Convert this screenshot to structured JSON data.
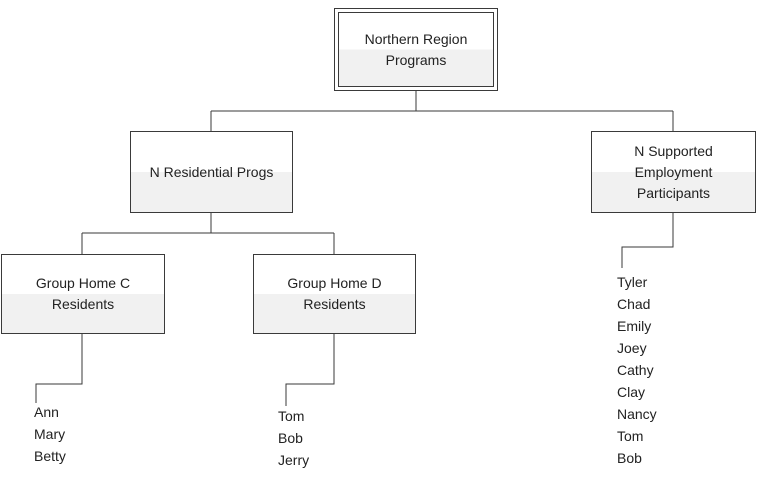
{
  "diagram": {
    "root": {
      "label": "Northern Region\nPrograms"
    },
    "residential": {
      "label": "N Residential Progs"
    },
    "employment": {
      "label": "N Supported\nEmployment\nParticipants"
    },
    "group_home_c": {
      "label": "Group Home C\nResidents"
    },
    "group_home_d": {
      "label": "Group Home D\nResidents"
    },
    "group_home_c_residents": [
      "Ann",
      "Mary",
      "Betty"
    ],
    "group_home_d_residents": [
      "Tom",
      "Bob",
      "Jerry"
    ],
    "employment_participants": [
      "Tyler",
      "Chad",
      "Emily",
      "Joey",
      "Cathy",
      "Clay",
      "Nancy",
      "Tom",
      "Bob"
    ]
  }
}
